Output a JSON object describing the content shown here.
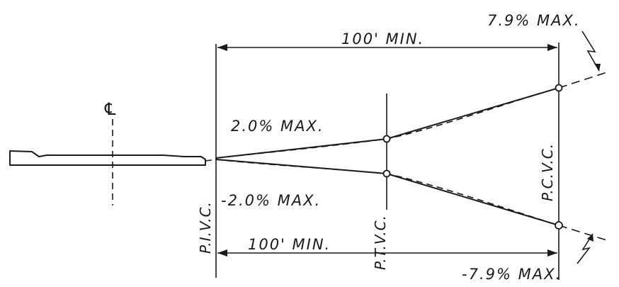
{
  "labels": {
    "top_grade": "7.9% MAX.",
    "top_dimension": "100' MIN.",
    "centerline": "℄",
    "upper_grade": "2.0% MAX.",
    "lower_grade": "-2.0% MAX.",
    "bottom_dimension": "100' MIN.",
    "bottom_grade": "-7.9% MAX.",
    "pivc": "P.I.V.C.",
    "ptvc": "P.T.V.C.",
    "pcvc": "P.C.V.C."
  }
}
